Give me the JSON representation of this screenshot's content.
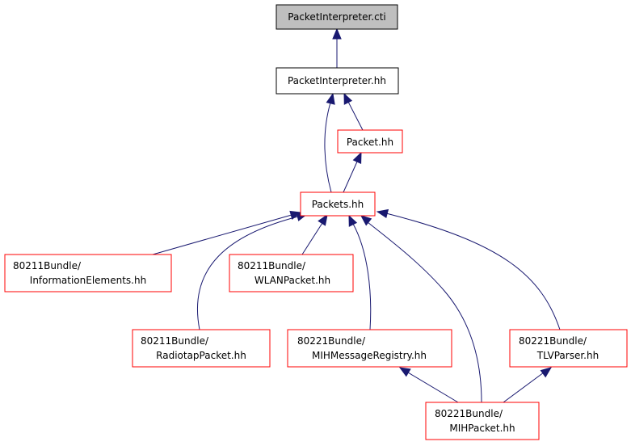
{
  "colors": {
    "edge": "#191970",
    "node_border_red": "#ff0000",
    "node_border_black": "#000000",
    "root_fill": "#bfbfbf"
  },
  "nodes": {
    "packet_interpreter_cti": {
      "lines": [
        "PacketInterpreter.cti"
      ]
    },
    "packet_interpreter_hh": {
      "lines": [
        "PacketInterpreter.hh"
      ]
    },
    "packet_hh": {
      "lines": [
        "Packet.hh"
      ]
    },
    "packets_hh": {
      "lines": [
        "Packets.hh"
      ]
    },
    "information_elements": {
      "lines": [
        "80211Bundle/",
        "InformationElements.hh"
      ]
    },
    "wlan_packet": {
      "lines": [
        "80211Bundle/",
        "WLANPacket.hh"
      ]
    },
    "radiotap_packet": {
      "lines": [
        "80211Bundle/",
        "RadiotapPacket.hh"
      ]
    },
    "mih_message_registry": {
      "lines": [
        "80221Bundle/",
        "MIHMessageRegistry.hh"
      ]
    },
    "tlv_parser": {
      "lines": [
        "80221Bundle/",
        "TLVParser.hh"
      ]
    },
    "mih_packet": {
      "lines": [
        "80221Bundle/",
        "MIHPacket.hh"
      ]
    }
  }
}
